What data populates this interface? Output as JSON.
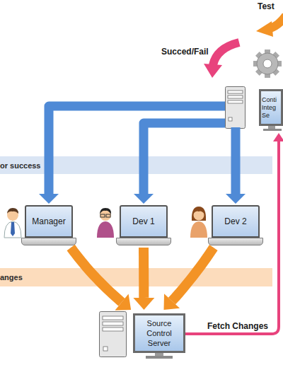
{
  "diagram": {
    "nodes": [
      {
        "text": [
          "Conti Integ Se"
        ]
      },
      {
        "text": [
          "or success"
        ]
      },
      {
        "text": [
          "Manager"
        ]
      },
      {
        "text": [
          "Dev 1"
        ]
      },
      {
        "text": [
          "Dev 2"
        ]
      },
      {
        "text": [
          "anges"
        ]
      },
      {
        "text": [
          "Source Control Server"
        ]
      }
    ],
    "edges": [
      {
        "from": 0,
        "to": 2,
        "arrow": "to"
      },
      {
        "from": 0,
        "to": 3,
        "arrow": "to"
      },
      {
        "from": 0,
        "to": 4,
        "arrow": "to"
      },
      {
        "from": 2,
        "to": 6,
        "arrow": "to"
      },
      {
        "from": 3,
        "to": 6,
        "arrow": "to"
      },
      {
        "from": 4,
        "to": 6,
        "arrow": "to"
      },
      {
        "from": 6,
        "to": 0,
        "label": "Fetch Changes",
        "arrow": "to"
      }
    ],
    "labels": [
      "Test",
      "Succed/Fail"
    ]
  }
}
